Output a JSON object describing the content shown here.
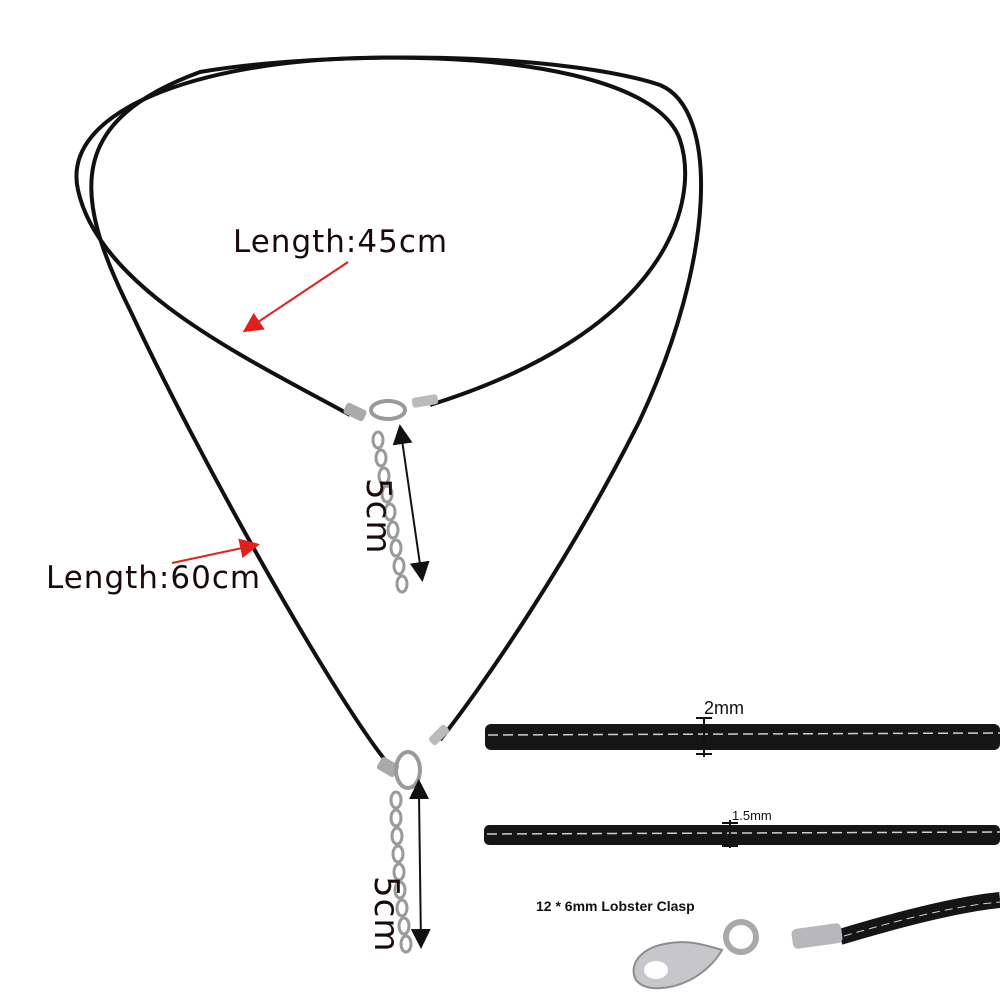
{
  "image": {
    "subject": "Black waxed cord necklace with lobster clasp and extender chain",
    "labels": {
      "short_length": "Length:45cm",
      "long_length": "Length:60cm",
      "extender_short": "5cm",
      "extender_long": "5cm",
      "cord_width_large": "2mm",
      "cord_width_small": "1.5mm",
      "clasp_spec": "12 * 6mm Lobster Clasp"
    },
    "colors": {
      "background": "#ffffff",
      "cord": "#111111",
      "arrow": "#e0201c",
      "metal": "#b8b8bc",
      "text": "#1a0a0a"
    }
  }
}
